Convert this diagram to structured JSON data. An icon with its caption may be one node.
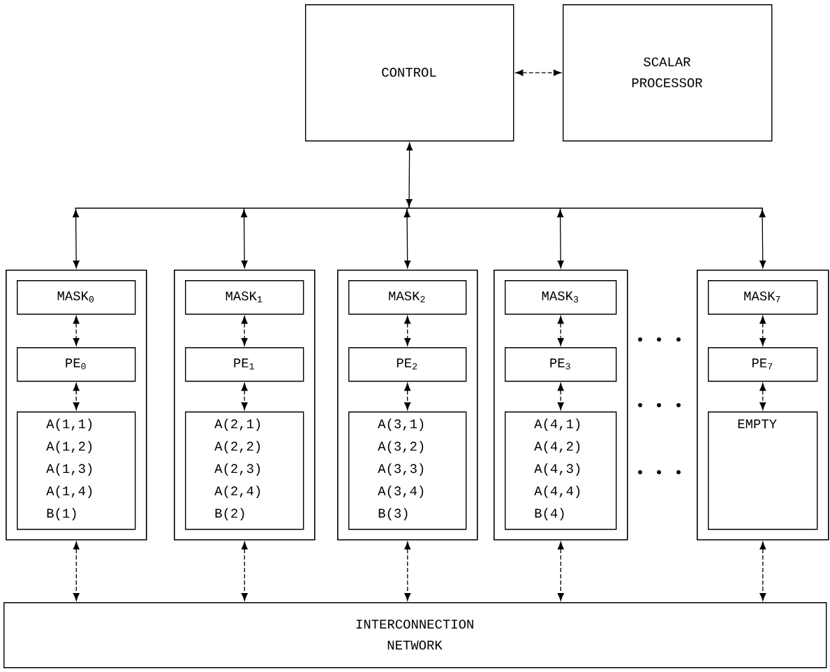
{
  "diagram": {
    "nodes": [
      {
        "text": [
          "CONTROL"
        ]
      },
      {
        "text": [
          "SCALAR PROCESSOR"
        ]
      },
      {
        "text": [],
        "shape": "box"
      },
      {
        "text": [
          "MASK$_{0}$"
        ],
        "in": 2
      },
      {
        "text": [
          "PE$_{0}$"
        ],
        "in": 2
      },
      {
        "text": [
          "A(1,1)",
          "A(1,2)",
          "A(1,3)",
          "A(1,4)",
          "B(1)"
        ],
        "in": 2
      },
      {
        "text": [],
        "shape": "box"
      },
      {
        "text": [
          "MASK$_{1}$"
        ],
        "in": 6
      },
      {
        "text": [
          "PE$_{1}$"
        ],
        "in": 6
      },
      {
        "text": [
          "A(2,1)",
          "A(2,2)",
          "A(2,3)",
          "A(2,4)",
          "B(2)"
        ],
        "in": 6
      },
      {
        "text": [],
        "shape": "box"
      },
      {
        "text": [
          "MASK$_{2}$"
        ],
        "in": 10
      },
      {
        "text": [
          "PE$_{2}$"
        ],
        "in": 10
      },
      {
        "text": [
          "A(3,1)",
          "A(3,2)",
          "A(3,3)",
          "A(3,4)",
          "B(3)"
        ],
        "in": 10
      },
      {
        "text": [],
        "shape": "box"
      },
      {
        "text": [
          "MASK$_{3}$"
        ],
        "in": 14
      },
      {
        "text": [
          "PE$_{3}$"
        ],
        "in": 14
      },
      {
        "text": [
          "A(4,1)",
          "A(4,2)",
          "A(4,3)",
          "A(4,4)",
          "B(4)"
        ],
        "in": 14
      },
      {
        "text": [],
        "shape": "box"
      },
      {
        "text": [
          "MASK$_{7}$"
        ],
        "in": 18
      },
      {
        "text": [
          "PE$_{7}$"
        ],
        "in": 18
      },
      {
        "text": [
          "EMPTY"
        ],
        "in": 18
      },
      {
        "text": [
          "INTERCONNECTION NETWORK"
        ]
      }
    ],
    "edges": [
      {
        "from": 0,
        "to": 1,
        "arrow": "both",
        "style": "dashed"
      },
      {
        "from": 0,
        "to": 2,
        "arrow": "both"
      },
      {
        "from": 0,
        "to": 6,
        "arrow": "both"
      },
      {
        "from": 0,
        "to": 10,
        "arrow": "both"
      },
      {
        "from": 0,
        "to": 14,
        "arrow": "both"
      },
      {
        "from": 0,
        "to": 18,
        "arrow": "both"
      },
      {
        "from": 3,
        "to": 4,
        "arrow": "both",
        "style": "dashed"
      },
      {
        "from": 4,
        "to": 5,
        "arrow": "both",
        "style": "dashed"
      },
      {
        "from": 7,
        "to": 8,
        "arrow": "both",
        "style": "dashed"
      },
      {
        "from": 8,
        "to": 9,
        "arrow": "both",
        "style": "dashed"
      },
      {
        "from": 11,
        "to": 12,
        "arrow": "both",
        "style": "dashed"
      },
      {
        "from": 12,
        "to": 13,
        "arrow": "both",
        "style": "dashed"
      },
      {
        "from": 15,
        "to": 16,
        "arrow": "both",
        "style": "dashed"
      },
      {
        "from": 16,
        "to": 17,
        "arrow": "both",
        "style": "dashed"
      },
      {
        "from": 19,
        "to": 20,
        "arrow": "both",
        "style": "dashed"
      },
      {
        "from": 20,
        "to": 21,
        "arrow": "both",
        "style": "dashed"
      },
      {
        "from": 2,
        "to": 22,
        "arrow": "both",
        "style": "dashed"
      },
      {
        "from": 6,
        "to": 22,
        "arrow": "both",
        "style": "dashed"
      },
      {
        "from": 10,
        "to": 22,
        "arrow": "both",
        "style": "dashed"
      },
      {
        "from": 14,
        "to": 22,
        "arrow": "both",
        "style": "dashed"
      },
      {
        "from": 18,
        "to": 22,
        "arrow": "both",
        "style": "dashed"
      }
    ]
  }
}
